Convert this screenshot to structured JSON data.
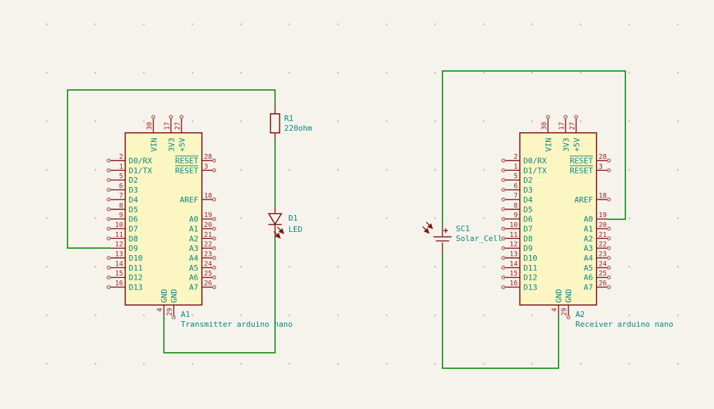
{
  "schematic": {
    "colors": {
      "background": "#F5F3EC",
      "grid_dot": "#BAB7AE",
      "wire": "#0F8F0F",
      "symbol_outline": "#801515",
      "symbol_fill": "#FCF7C2",
      "pin_number": "#A81E1E",
      "pin_name": "#0A8585",
      "label": "#0A8585"
    },
    "components": {
      "a1": {
        "reference": "A1",
        "value": "Transmitter arduino nano",
        "left_pins": [
          {
            "num": "2",
            "name": "D0/RX"
          },
          {
            "num": "1",
            "name": "D1/TX"
          },
          {
            "num": "5",
            "name": "D2"
          },
          {
            "num": "6",
            "name": "D3"
          },
          {
            "num": "7",
            "name": "D4"
          },
          {
            "num": "8",
            "name": "D5"
          },
          {
            "num": "9",
            "name": "D6"
          },
          {
            "num": "10",
            "name": "D7"
          },
          {
            "num": "11",
            "name": "D8"
          },
          {
            "num": "12",
            "name": "D9",
            "connected": true
          },
          {
            "num": "13",
            "name": "D10"
          },
          {
            "num": "14",
            "name": "D11"
          },
          {
            "num": "15",
            "name": "D12"
          },
          {
            "num": "16",
            "name": "D13"
          }
        ],
        "right_pins": [
          {
            "num": "28",
            "name": "RESET",
            "overline": true,
            "row": 0
          },
          {
            "num": "3",
            "name": "RESET",
            "overline": true,
            "row": 1
          },
          {
            "num": "18",
            "name": "AREF",
            "row": 4
          },
          {
            "num": "19",
            "name": "A0",
            "row": 6
          },
          {
            "num": "20",
            "name": "A1",
            "row": 7
          },
          {
            "num": "21",
            "name": "A2",
            "row": 8
          },
          {
            "num": "22",
            "name": "A3",
            "row": 9
          },
          {
            "num": "23",
            "name": "A4",
            "row": 10
          },
          {
            "num": "24",
            "name": "A5",
            "row": 11
          },
          {
            "num": "25",
            "name": "A6",
            "row": 12
          },
          {
            "num": "26",
            "name": "A7",
            "row": 13
          }
        ],
        "top_pins": [
          {
            "num": "30",
            "name": "VIN"
          },
          {
            "num": "17",
            "name": "3V3"
          },
          {
            "num": "27",
            "name": "+5V"
          }
        ],
        "bottom_pins": [
          {
            "num": "4",
            "name": "GND",
            "connected": true
          },
          {
            "num": "29",
            "name": "GND"
          }
        ]
      },
      "a2": {
        "reference": "A2",
        "value": "Receiver arduino nano",
        "left_pins": [
          {
            "num": "2",
            "name": "D0/RX"
          },
          {
            "num": "1",
            "name": "D1/TX"
          },
          {
            "num": "5",
            "name": "D2"
          },
          {
            "num": "6",
            "name": "D3"
          },
          {
            "num": "7",
            "name": "D4"
          },
          {
            "num": "8",
            "name": "D5"
          },
          {
            "num": "9",
            "name": "D6"
          },
          {
            "num": "10",
            "name": "D7"
          },
          {
            "num": "11",
            "name": "D8"
          },
          {
            "num": "12",
            "name": "D9"
          },
          {
            "num": "13",
            "name": "D10"
          },
          {
            "num": "14",
            "name": "D11"
          },
          {
            "num": "15",
            "name": "D12"
          },
          {
            "num": "16",
            "name": "D13"
          }
        ],
        "right_pins": [
          {
            "num": "28",
            "name": "RESET",
            "overline": true,
            "row": 0
          },
          {
            "num": "3",
            "name": "RESET",
            "overline": true,
            "row": 1
          },
          {
            "num": "18",
            "name": "AREF",
            "row": 4
          },
          {
            "num": "19",
            "name": "A0",
            "row": 6,
            "connected": true
          },
          {
            "num": "20",
            "name": "A1",
            "row": 7
          },
          {
            "num": "21",
            "name": "A2",
            "row": 8
          },
          {
            "num": "22",
            "name": "A3",
            "row": 9
          },
          {
            "num": "23",
            "name": "A4",
            "row": 10
          },
          {
            "num": "24",
            "name": "A5",
            "row": 11
          },
          {
            "num": "25",
            "name": "A6",
            "row": 12
          },
          {
            "num": "26",
            "name": "A7",
            "row": 13
          }
        ],
        "top_pins": [
          {
            "num": "30",
            "name": "VIN"
          },
          {
            "num": "17",
            "name": "3V3"
          },
          {
            "num": "27",
            "name": "+5V"
          }
        ],
        "bottom_pins": [
          {
            "num": "4",
            "name": "GND",
            "connected": true
          },
          {
            "num": "29",
            "name": "GND"
          }
        ]
      },
      "r1": {
        "reference": "R1",
        "value": "220ohm"
      },
      "d1": {
        "reference": "D1",
        "value": "LED"
      },
      "sc1": {
        "reference": "SC1",
        "value": "Solar_Cell",
        "polarity_sign": "+"
      }
    },
    "connections": [
      "A1.D9 - R1 220ohm - D1 LED - A1.GND(4)",
      "A2.A0 - SC1 Solar_Cell - A2.GND(4)"
    ]
  }
}
